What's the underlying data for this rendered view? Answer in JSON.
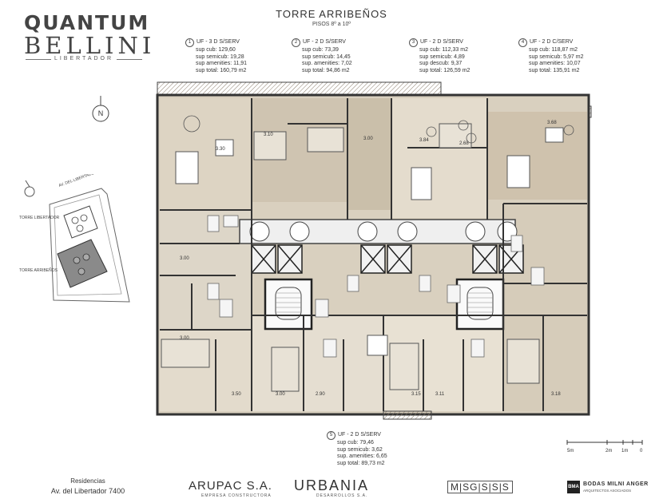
{
  "brand": {
    "line1": "QUANTUM",
    "line2": "BELLINI",
    "line3": "LIBERTADOR"
  },
  "title": "TORRE ARRIBEÑOS",
  "subtitle": "PISOS 8º a 10º",
  "units": [
    {
      "num": "1",
      "type": "UF - 3 D S/SERV",
      "cub": "sup cub: 129,60",
      "semi": "sup semicub: 19,28",
      "amen": "sup amenities: 11,91",
      "total": "sup total: 160,79 m2"
    },
    {
      "num": "2",
      "type": "UF - 2 D S/SERV",
      "cub": "sup cub: 73,39",
      "semi": "sup semicub: 14,45",
      "amen": "sup. amenities: 7,02",
      "total": "sup total: 94,86 m2"
    },
    {
      "num": "3",
      "type": "UF - 2 D S/SERV",
      "cub": "sup cub: 112,33 m2",
      "semi": "sup semicub: 4,89",
      "amen": "sup descub: 9,37",
      "total": "sup total: 126,59 m2"
    },
    {
      "num": "4",
      "type": "UF - 2 D C/SERV",
      "cub": "sup cub: 118,87 m2",
      "semi": "sup semicub: 5,97 m2",
      "amen": "sup amenities: 10,07",
      "total": "sup total: 135,91 m2"
    },
    {
      "num": "5",
      "type": "UF - 2 D S/SERV",
      "cub": "sup cub: 79,46",
      "semi": "sup semicub: 3,62",
      "amen": "sup. amenities: 6,65",
      "total": "sup total: 89,73 m2"
    }
  ],
  "site": {
    "street": "AV. DEL LIBERTADOR",
    "tower1": "TORRE LIBERTADOR",
    "tower2": "TORRE ARRIBEÑOS",
    "north": "N"
  },
  "scale": {
    "labels": [
      "5m",
      "2m",
      "1m",
      "0"
    ]
  },
  "rooms": [
    "3.30",
    "3.10",
    "3.00",
    "3.84",
    "2.68",
    "3.68",
    "3.00",
    "3.50",
    "3.00",
    "2.90",
    "3.15",
    "3.11",
    "3.18",
    "3.00"
  ],
  "footer": {
    "residencias": "Residencias",
    "address": "Av. del Libertador 7400",
    "arupac": "ARUPAC S.A.",
    "arupac_sub": "EMPRESA CONSTRUCTORA",
    "urbania": "URBANIA",
    "urbania_sub": "DESARROLLOS S.A.",
    "msgsss": "M|SG|S|S|S",
    "bma_mark": "BMA",
    "bma": "BODAS MILNI ANGER",
    "bma_sub": "ARQUITECTOS ASOCIADOS"
  }
}
